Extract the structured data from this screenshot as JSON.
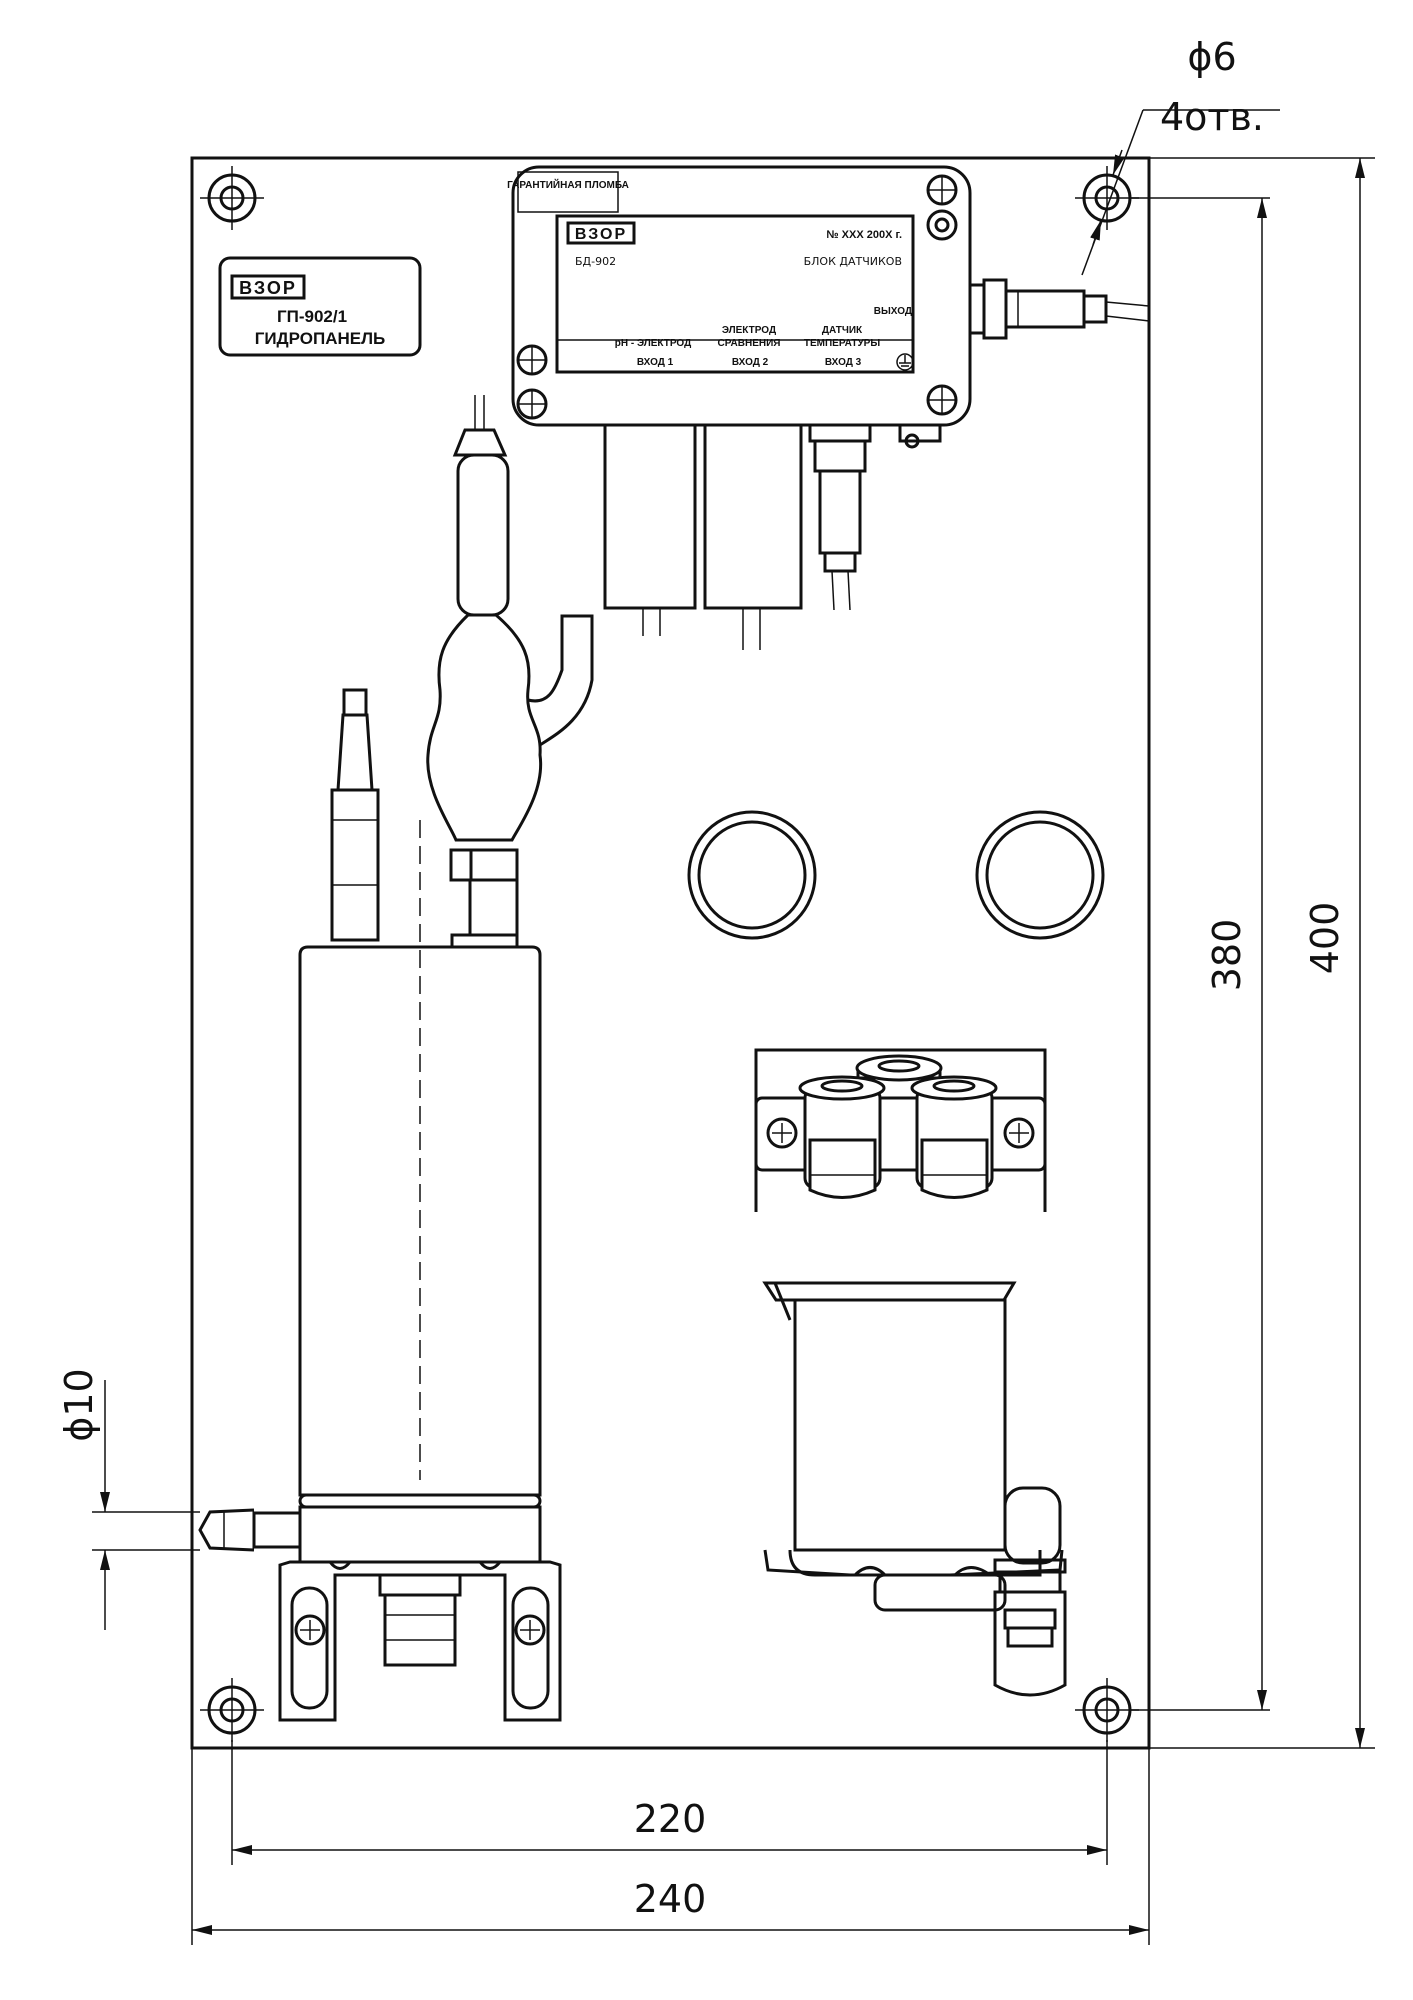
{
  "dimensions": {
    "hole_diameter": "ϕ6",
    "hole_count": "4отв.",
    "height_inner": "380",
    "height_outer": "400",
    "width_inner": "220",
    "width_outer": "240",
    "inlet_diameter": "ϕ10"
  },
  "panel_label": {
    "logo": "ВЗОР",
    "model": "ГП-902/1",
    "name": "ГИДРОПАНЕЛЬ"
  },
  "sensor_block": {
    "seal": "ГАРАНТИЙНАЯ ПЛОМБА",
    "logo": "ВЗОР",
    "serial": "№ XXX  200X г.",
    "model": "БД-902",
    "name": "БЛОК ДАТЧИКОВ",
    "output": "ВЫХОД",
    "inputs": [
      {
        "name": "pH - ЭЛЕКТРОД",
        "port": "ВХОД 1"
      },
      {
        "name": "ЭЛЕКТРОД СРАВНЕНИЯ",
        "port": "ВХОД 2"
      },
      {
        "name": "ДАТЧИК ТЕМПЕРАТУРЫ",
        "port": "ВХОД 3"
      }
    ]
  }
}
